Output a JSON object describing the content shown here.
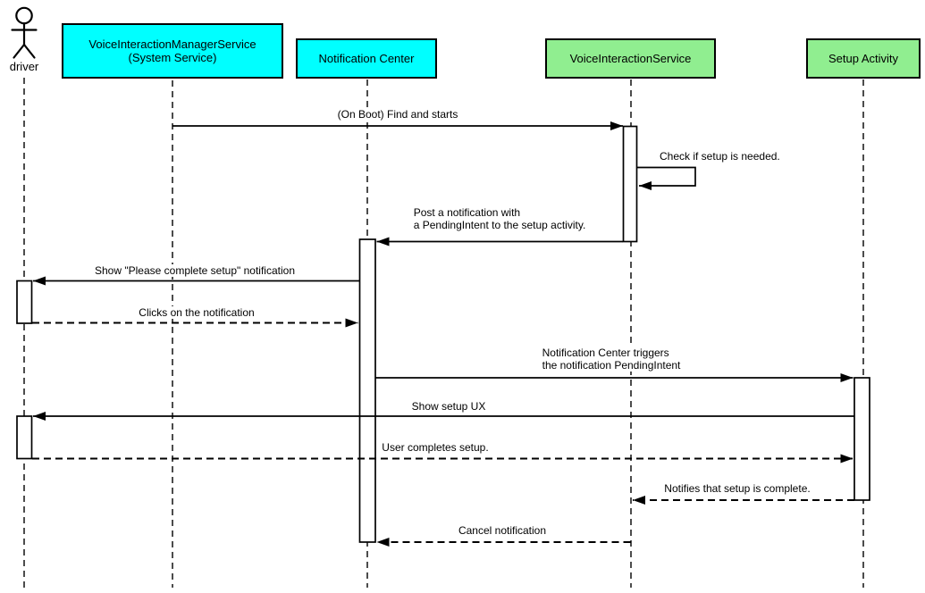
{
  "diagram": {
    "type": "sequence-diagram",
    "background_color": "#ffffff",
    "line_color": "#000000",
    "text_color": "#000000",
    "participant_colors": {
      "system": "#00ffff",
      "app": "#90ee90"
    }
  },
  "participants": [
    {
      "id": "driver",
      "label": "driver",
      "kind": "actor",
      "fill": "none"
    },
    {
      "id": "voice-interaction-manager-service",
      "label": "VoiceInteractionManagerService\n(System Service)",
      "kind": "box",
      "fill": "#00ffff"
    },
    {
      "id": "notification-center",
      "label": "Notification Center",
      "kind": "box",
      "fill": "#00ffff"
    },
    {
      "id": "voice-interaction-service",
      "label": "VoiceInteractionService",
      "kind": "box",
      "fill": "#90ee90"
    },
    {
      "id": "setup-activity",
      "label": "Setup Activity",
      "kind": "box",
      "fill": "#90ee90"
    }
  ],
  "messages": [
    {
      "label": "(On Boot) Find and starts",
      "from": "voice-interaction-manager-service",
      "to": "voice-interaction-service",
      "line": "solid"
    },
    {
      "label": "Check if setup is needed.",
      "from": "voice-interaction-service",
      "to": "voice-interaction-service",
      "line": "solid-self"
    },
    {
      "label": "Post a notification with\na PendingIntent to the setup activity.",
      "from": "voice-interaction-service",
      "to": "notification-center",
      "line": "solid"
    },
    {
      "label": "Show \"Please complete setup\" notification",
      "from": "notification-center",
      "to": "driver",
      "line": "solid"
    },
    {
      "label": "Clicks on the notification",
      "from": "driver",
      "to": "notification-center",
      "line": "dashed"
    },
    {
      "label": "Notification Center triggers\nthe notification PendingIntent",
      "from": "notification-center",
      "to": "setup-activity",
      "line": "solid"
    },
    {
      "label": "Show setup UX",
      "from": "setup-activity",
      "to": "driver",
      "line": "solid"
    },
    {
      "label": "User completes setup.",
      "from": "driver",
      "to": "setup-activity",
      "line": "dashed"
    },
    {
      "label": "Notifies that setup is complete.",
      "from": "setup-activity",
      "to": "voice-interaction-service",
      "line": "dashed"
    },
    {
      "label": "Cancel notification",
      "from": "voice-interaction-service",
      "to": "notification-center",
      "line": "dashed"
    }
  ]
}
